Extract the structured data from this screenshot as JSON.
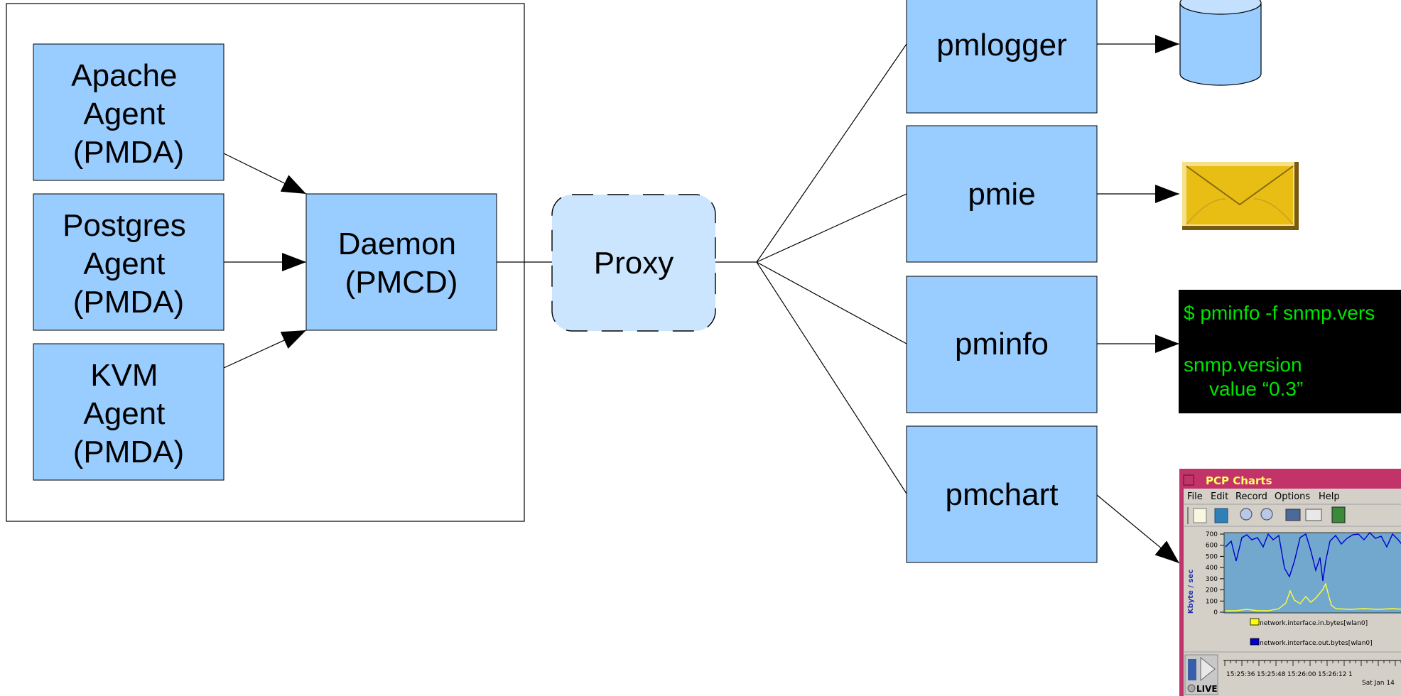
{
  "agents": [
    {
      "lines": [
        "Apache",
        "Agent",
        "(PMDA)"
      ]
    },
    {
      "lines": [
        "Postgres",
        "Agent",
        "(PMDA)"
      ]
    },
    {
      "lines": [
        "KVM",
        "Agent",
        "(PMDA)"
      ]
    }
  ],
  "daemon": {
    "lines": [
      "Daemon",
      "(PMCD)"
    ]
  },
  "proxy": {
    "label": "Proxy"
  },
  "tools": [
    {
      "label": "pmlogger"
    },
    {
      "label": "pmie"
    },
    {
      "label": "pminfo"
    },
    {
      "label": "pmchart"
    }
  ],
  "terminal": {
    "command": "$ pminfo -f snmp.vers",
    "metric": "snmp.version",
    "value": "value “0.3”",
    "text_color": "#00E400",
    "background": "#000000"
  },
  "pcp_window": {
    "title": "PCP Charts",
    "menu": [
      "File",
      "Edit",
      "Record",
      "Options",
      "Help"
    ],
    "ylabel": "Kbyte / sec",
    "yticks": [
      "700",
      "600",
      "500",
      "400",
      "300",
      "200",
      "100",
      "0"
    ],
    "legend": [
      {
        "name": "network.interface.in.bytes[wlan0]",
        "color": "#FFFF00"
      },
      {
        "name": "network.interface.out.bytes[wlan0]",
        "color": "#0000CC"
      }
    ],
    "time_ticks": [
      "15:25:36",
      "15:25:48",
      "15:26:00",
      "15:26:12",
      "1"
    ],
    "date": "Sat Jan 14",
    "live_label": "LIVE",
    "title_color": "#FFFF66",
    "frame_color": "#C2336A"
  },
  "colors": {
    "box_fill": "#99CCFF",
    "proxy_fill": "#CCE5FF",
    "database_fill": "#99CCFF",
    "envelope_fill": "#E8BE14"
  },
  "icons": [
    "database-icon",
    "mail-envelope-icon",
    "terminal-output",
    "pcp-charts-window"
  ]
}
